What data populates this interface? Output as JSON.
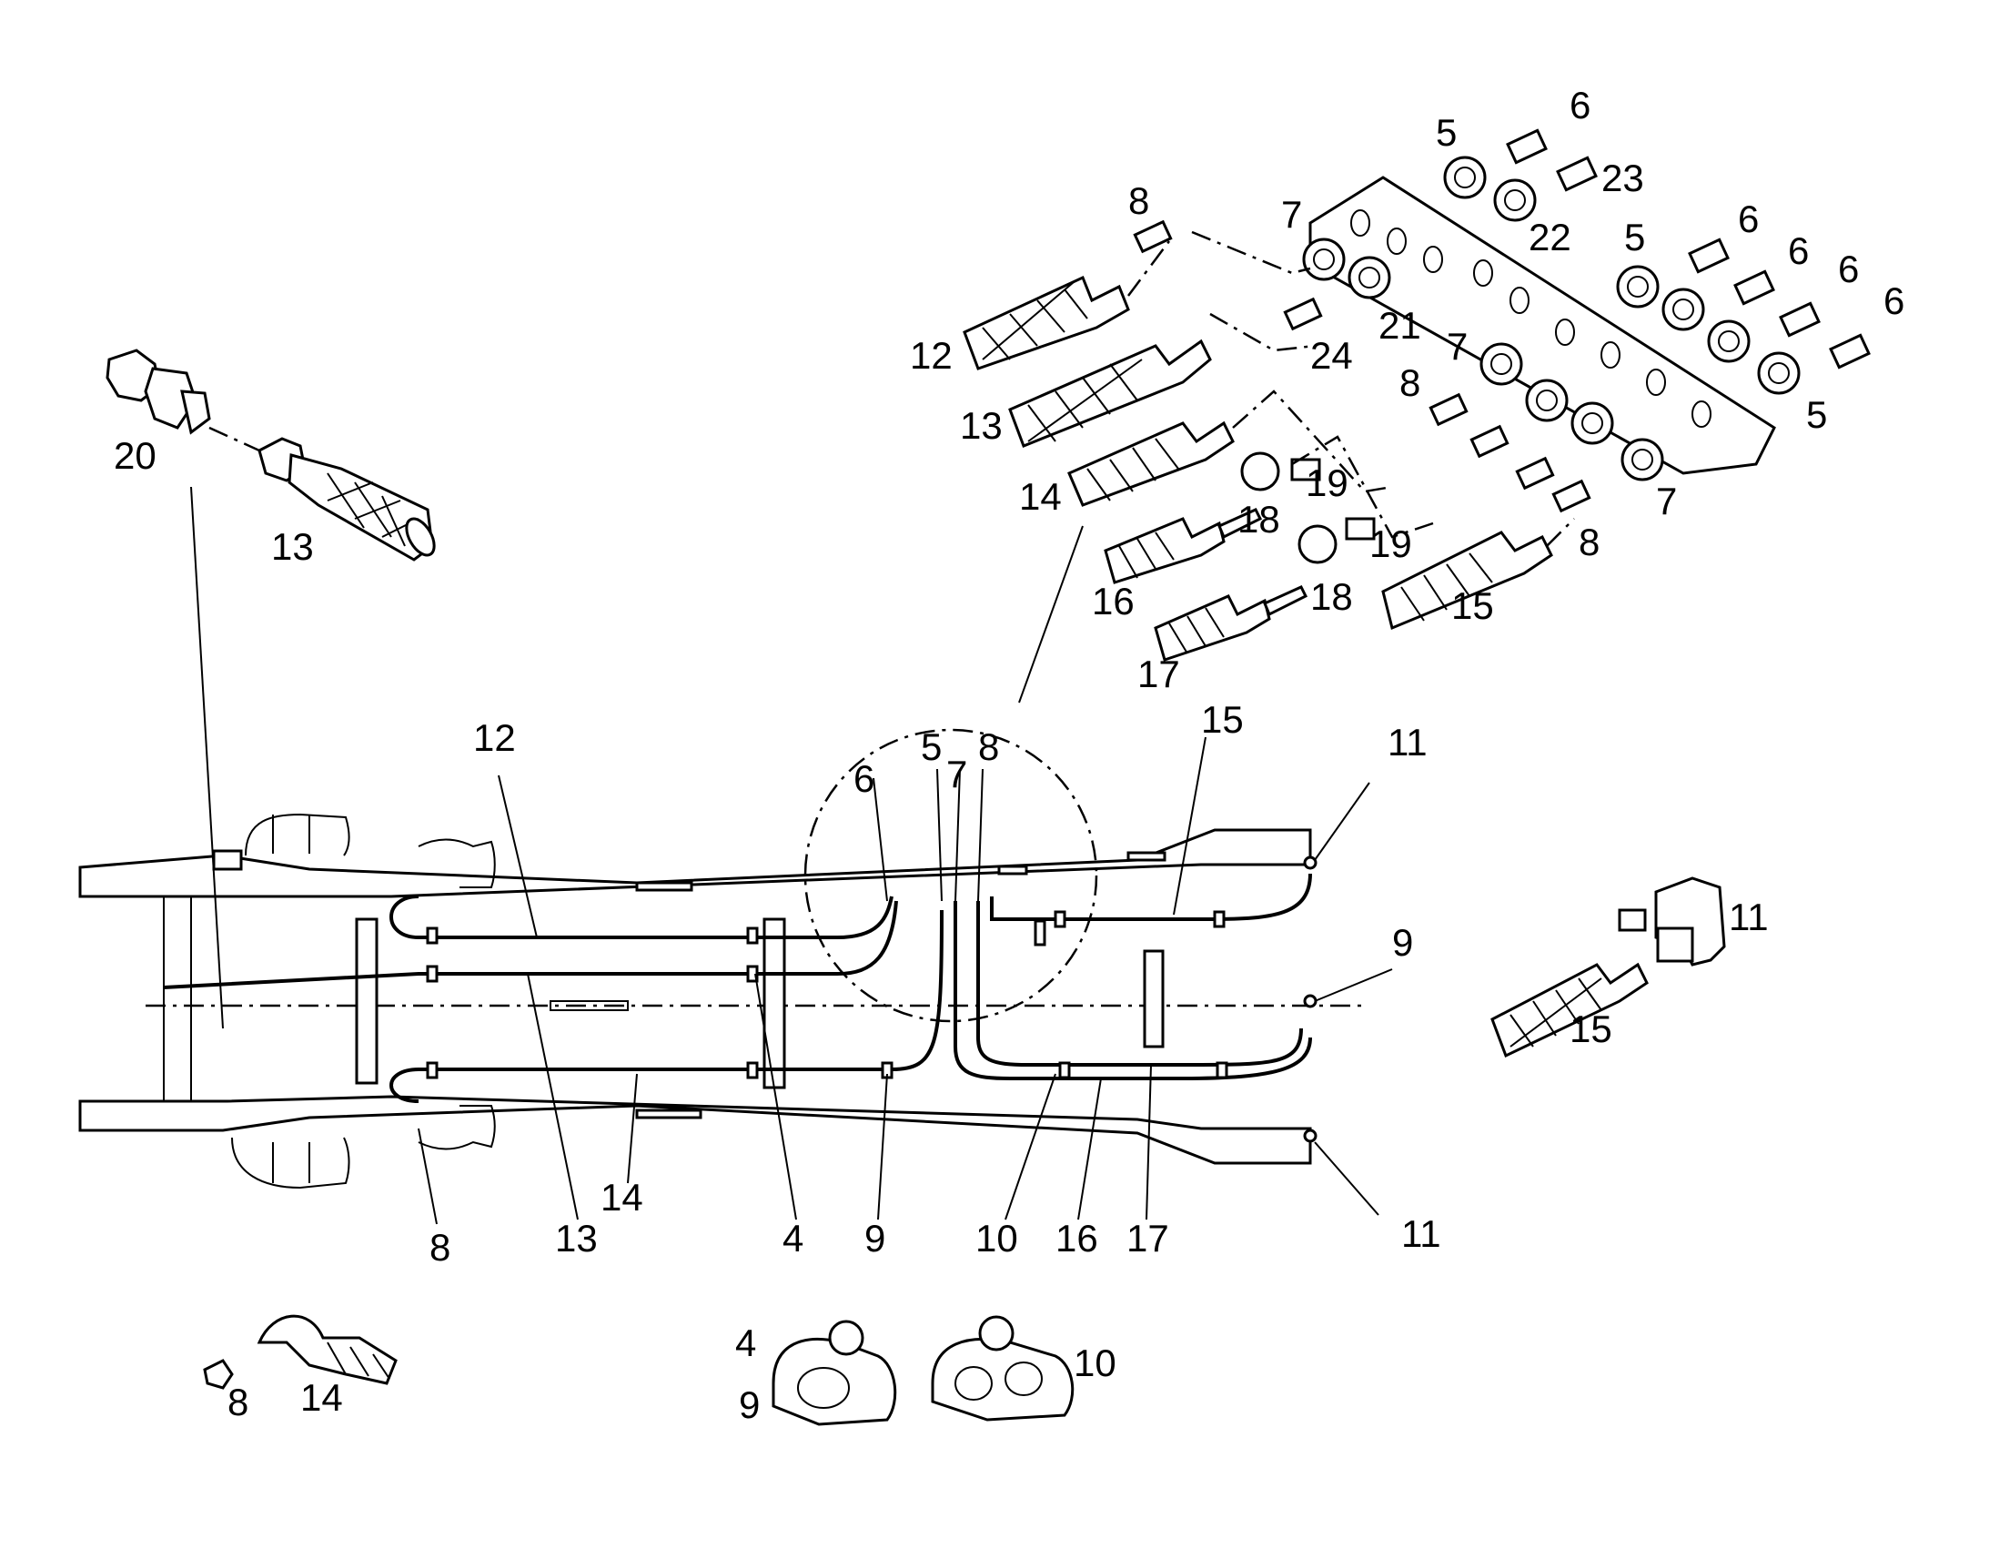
{
  "labels": {
    "top_right": [
      "5",
      "6",
      "23",
      "8",
      "7",
      "22",
      "5",
      "6",
      "6",
      "6",
      "6",
      "12",
      "21",
      "24",
      "13",
      "7",
      "8",
      "5",
      "14",
      "19",
      "18",
      "7",
      "19",
      "8",
      "16",
      "18",
      "15",
      "17"
    ],
    "left_top": [
      "20",
      "13"
    ],
    "chassis_top": [
      "12",
      "6",
      "5",
      "7",
      "8",
      "15",
      "11"
    ],
    "chassis_right": [
      "9",
      "11",
      "15"
    ],
    "chassis_bottom": [
      "8",
      "13",
      "14",
      "4",
      "9",
      "10",
      "16",
      "17",
      "11"
    ],
    "bottom_parts": [
      "8",
      "14",
      "4",
      "9",
      "10"
    ]
  }
}
